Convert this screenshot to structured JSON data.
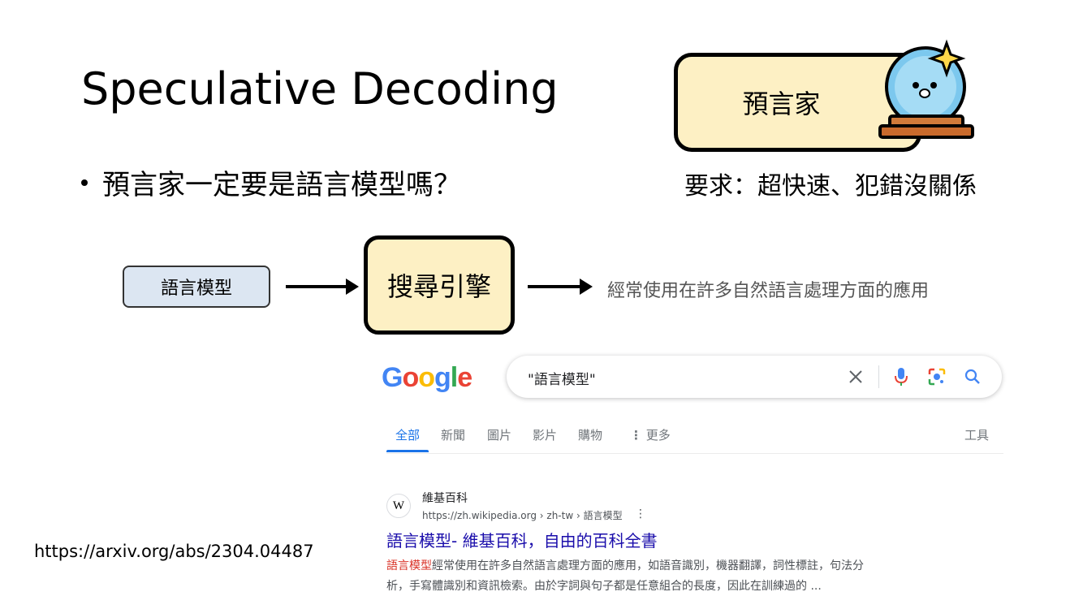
{
  "slide": {
    "title": "Speculative Decoding",
    "bullet": "預言家一定要是語言模型嗎？",
    "oracle_label": "預言家",
    "requirement": "要求：超快速、犯錯沒關係",
    "language_model_label": "語言模型",
    "search_engine_label": "搜尋引擎",
    "usage_note": "經常使用在許多自然語言處理方面的應用",
    "reference": "https://arxiv.org/abs/2304.04487"
  },
  "google": {
    "logo": [
      "G",
      "o",
      "o",
      "g",
      "l",
      "e"
    ],
    "logo_colors": [
      "#4285F4",
      "#EA4335",
      "#FBBC05",
      "#4285F4",
      "#34A853",
      "#EA4335"
    ],
    "query": "\"語言模型\"",
    "tabs": [
      "全部",
      "新聞",
      "圖片",
      "影片",
      "購物",
      "更多"
    ],
    "tools": "工具",
    "result": {
      "site_name": "維基百科",
      "url": "https://zh.wikipedia.org › zh-tw › 語言模型",
      "title": "語言模型- 維基百科，自由的百科全書",
      "snippet_highlight": "語言模型",
      "snippet_line1_rest": "經常使用在許多自然語言處理方面的應用，如語音識別，機器翻譯，詞性標註，句法分",
      "snippet_line2": "析，手寫體識別和資訊檢索。由於字詞與句子都是任意組合的長度，因此在訓練過的 ..."
    }
  },
  "icons": [
    "crystal-ball-icon",
    "clear-icon",
    "microphone-icon",
    "lens-icon",
    "search-icon",
    "wikipedia-icon",
    "more-vert-icon"
  ]
}
